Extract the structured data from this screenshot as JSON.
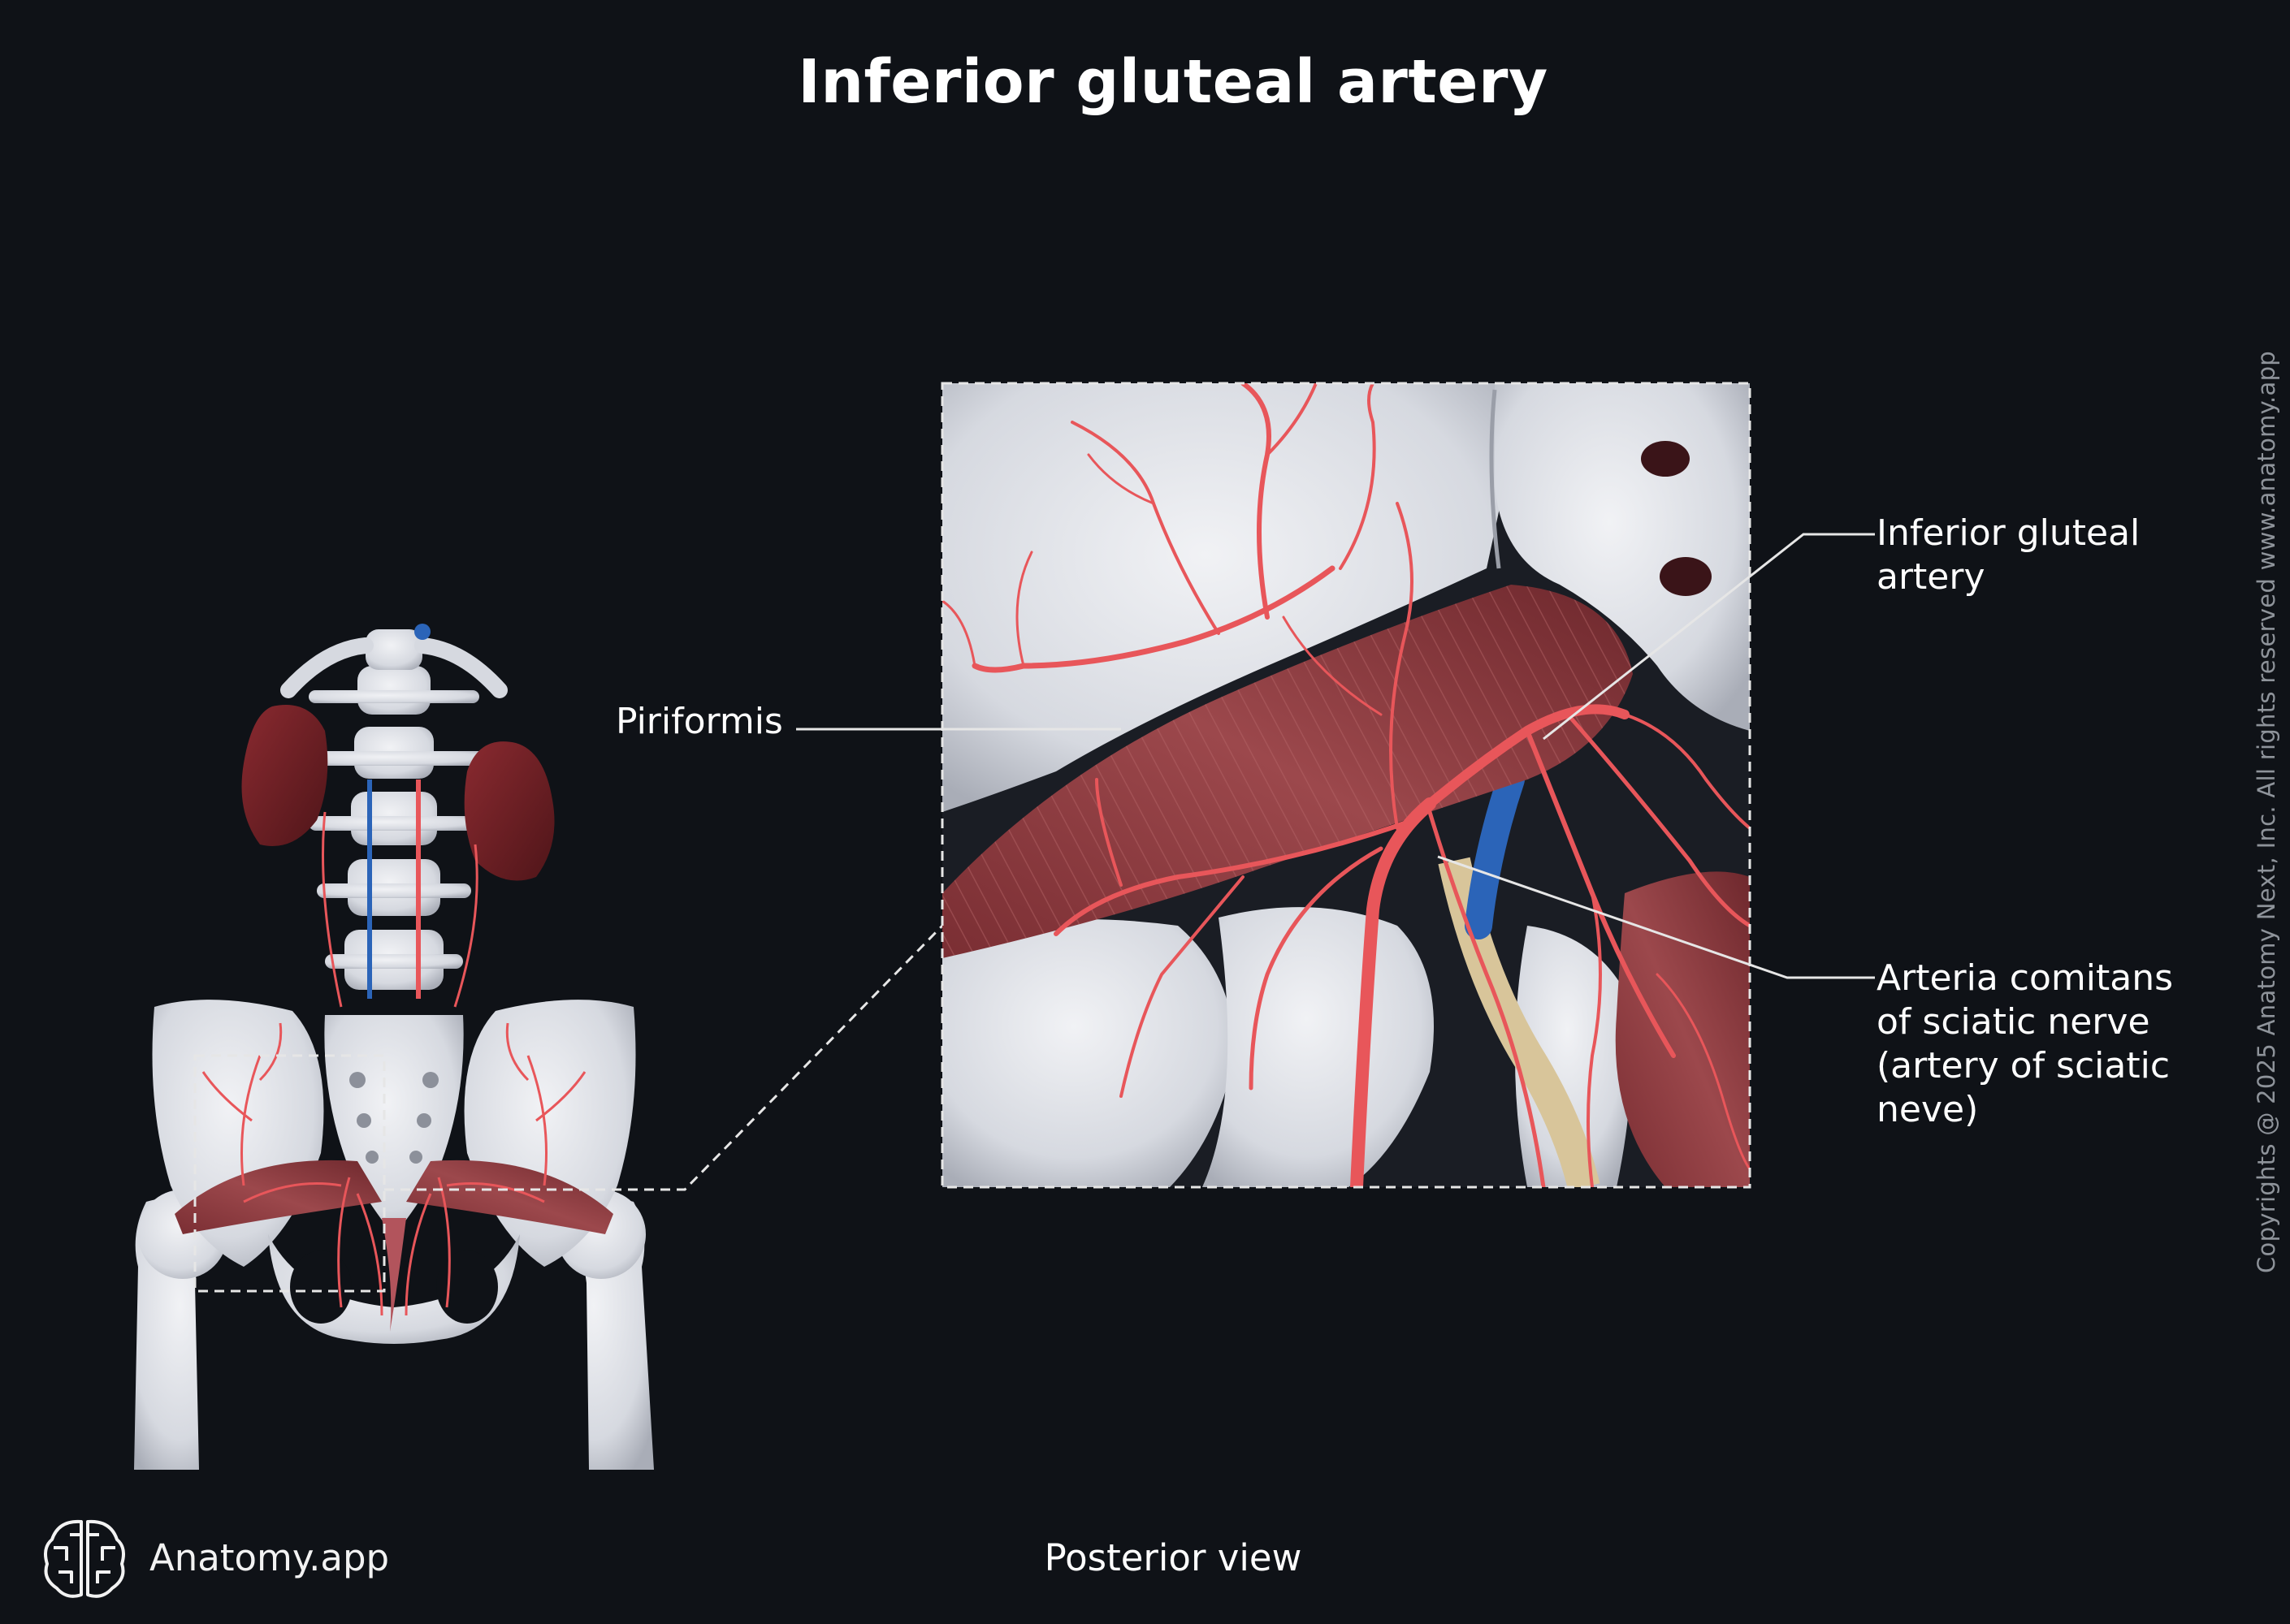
{
  "title": "Inferior gluteal artery",
  "view": "Posterior view",
  "brand": {
    "name": "Anatomy.app",
    "icon": "brain-icon"
  },
  "copyright": "Copyrights @ 2025 Anatomy Next, Inc. All rights reserved www.anatomy.app",
  "labels": {
    "piriformis": "Piriformis",
    "inferior_gluteal_artery": [
      "Inferior gluteal",
      "artery"
    ],
    "arteria_comitans": [
      "Arteria comitans",
      "of sciatic nerve",
      "(artery of sciatic",
      "neve)"
    ]
  },
  "colors": {
    "background": "#0f1217",
    "bone": "#d9dce3",
    "muscle": "#8b3a3f",
    "artery": "#e8565a",
    "vein": "#2b64b8"
  }
}
